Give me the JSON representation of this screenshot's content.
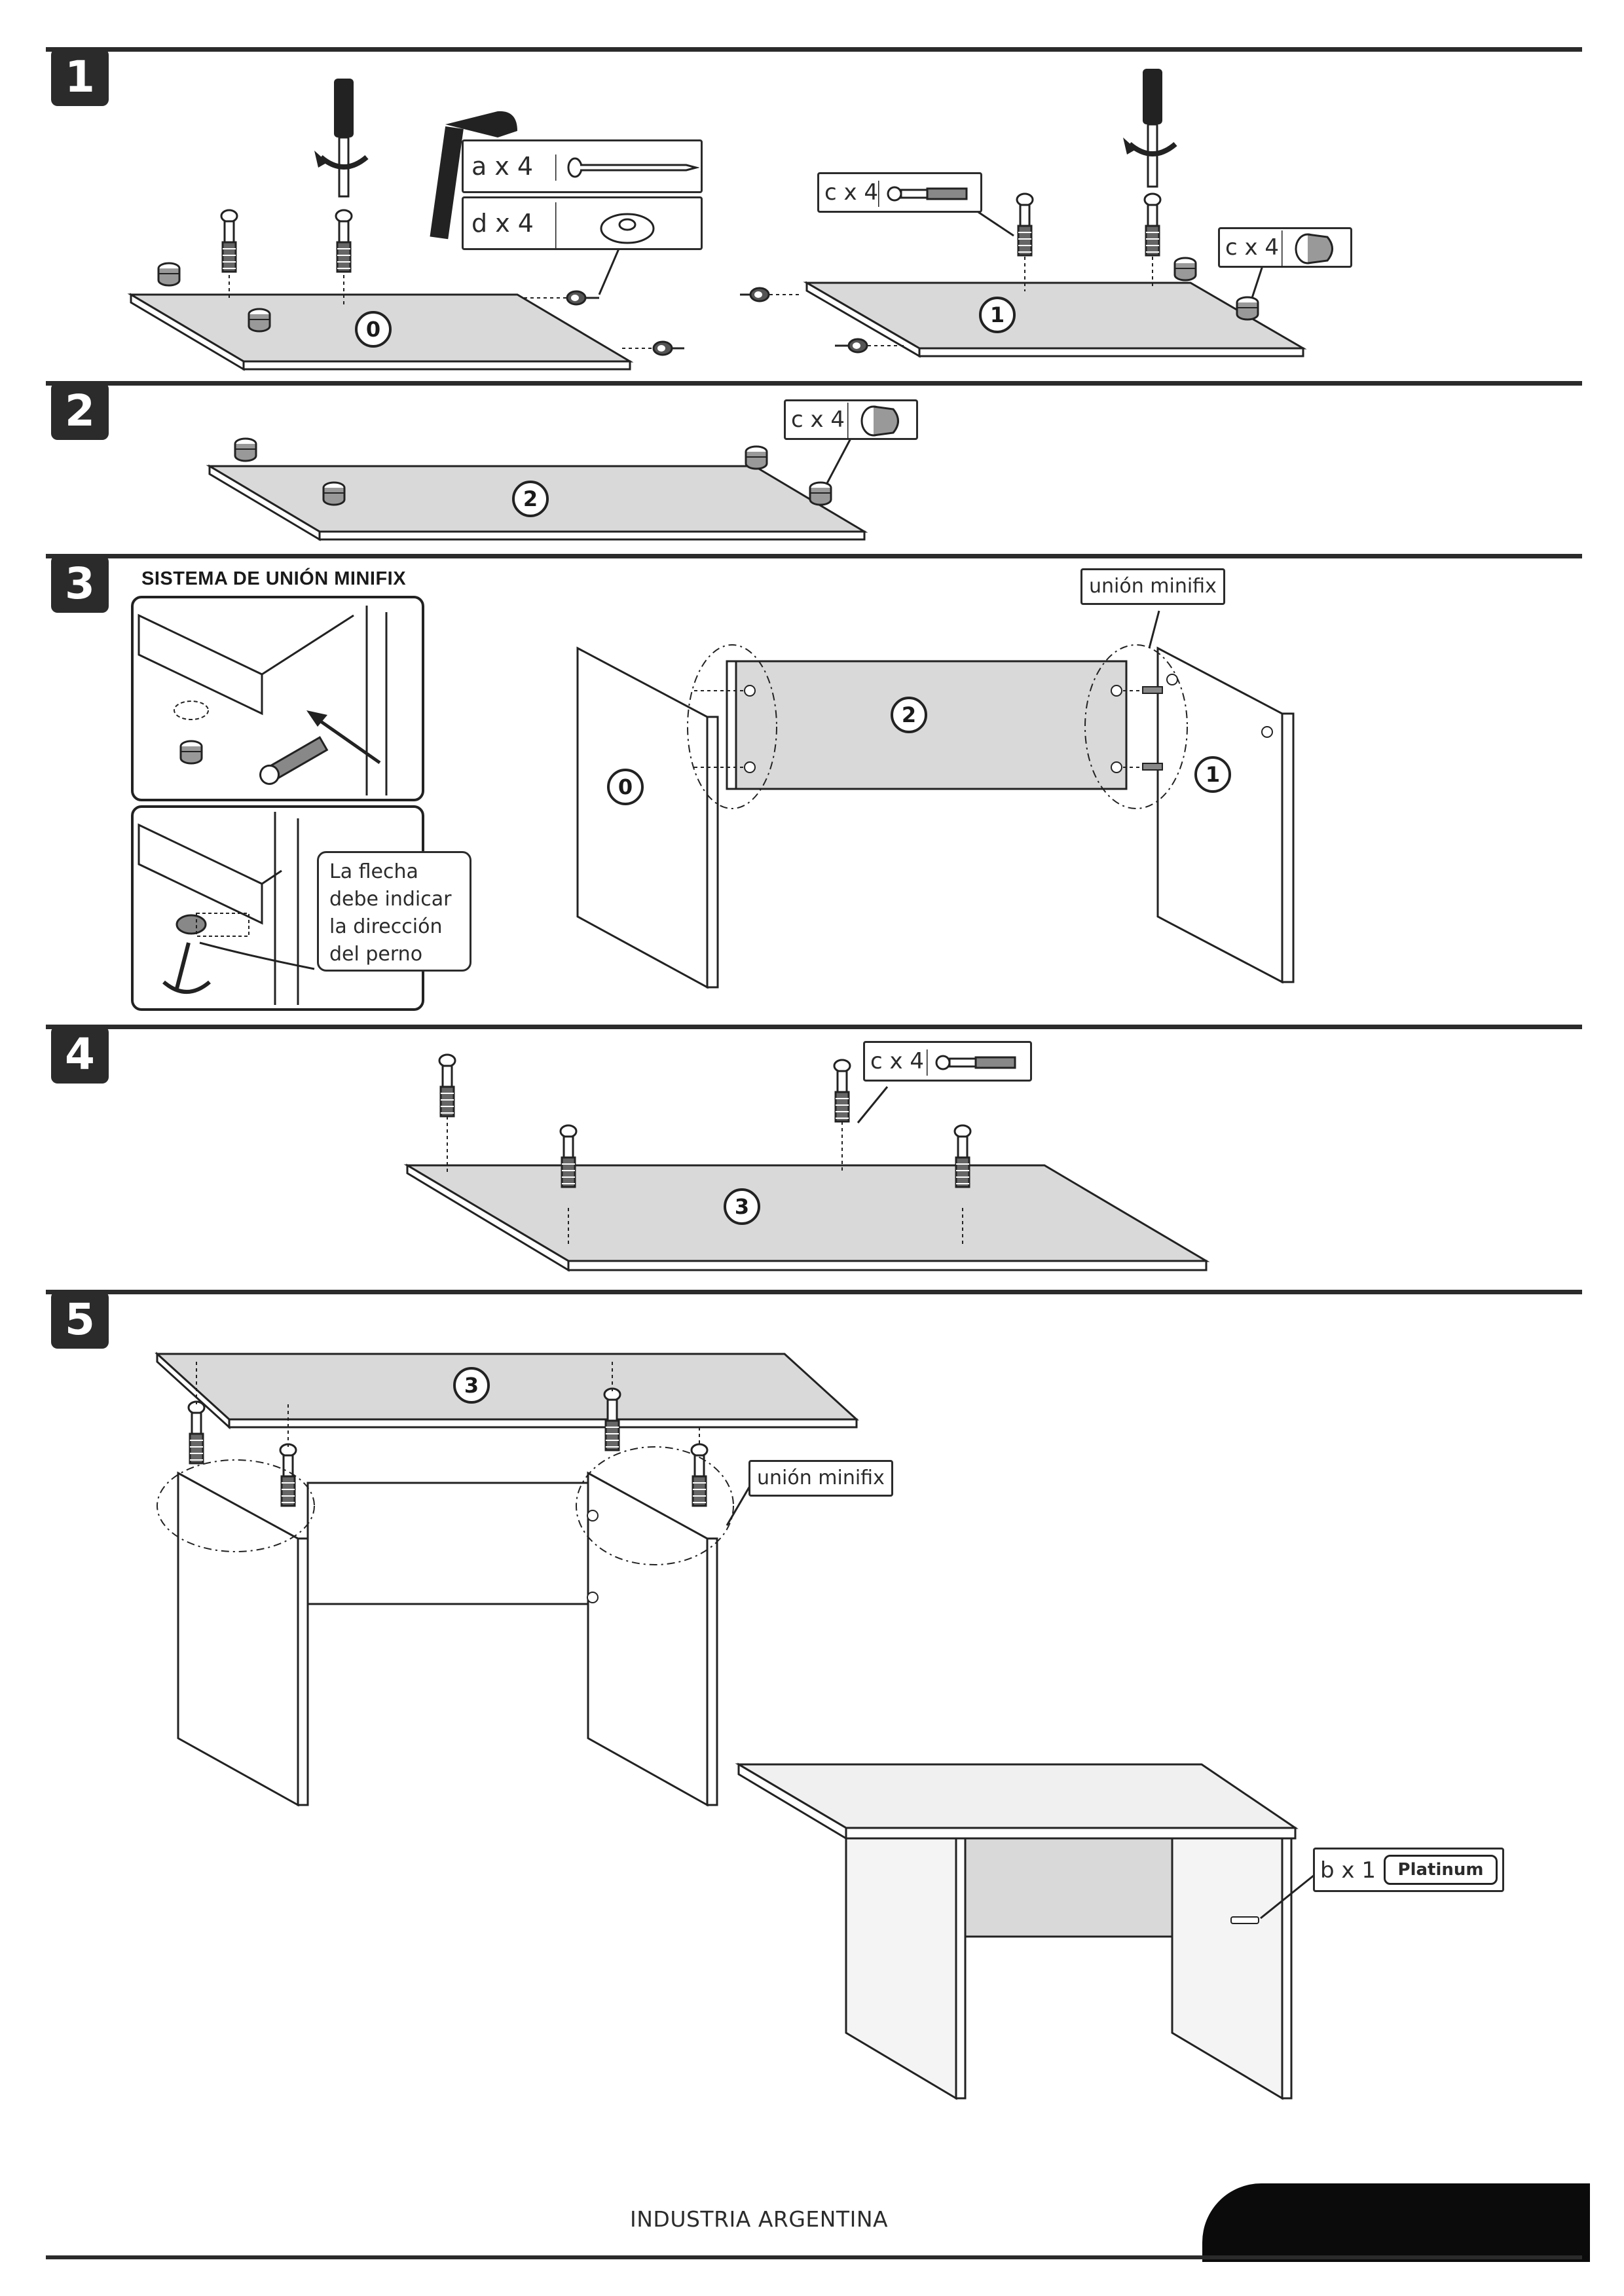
{
  "steps": [
    {
      "number": "1"
    },
    {
      "number": "2"
    },
    {
      "number": "3",
      "title": "SISTEMA DE UNIÓN MINIFIX"
    },
    {
      "number": "4"
    },
    {
      "number": "5"
    }
  ],
  "parts": {
    "a": {
      "qty": "a x 4"
    },
    "d": {
      "qty": "d x 4"
    },
    "c": {
      "qty": "c x 4"
    },
    "b": {
      "qty": "b x 1",
      "logo_text": "Platinum"
    }
  },
  "panel_labels": [
    "0",
    "1",
    "2",
    "3"
  ],
  "callouts": {
    "union_minifix": "unión minifix",
    "arrow_note": [
      "La flecha",
      "debe indicar",
      "la dirección",
      "del perno"
    ]
  },
  "footer": {
    "text": "INDUSTRIA ARGENTINA"
  },
  "colors": {
    "panel_fill": "#d9d9d9",
    "ink": "#2b2b2b",
    "step_badge": "#2b2b2b",
    "footer_bar": "#0b0b0b"
  },
  "icons": [
    "screwdriver-icon",
    "hammer-icon",
    "rotate-arrow-icon",
    "nail-icon",
    "cap-icon",
    "bolt-icon",
    "cam-lock-icon"
  ]
}
